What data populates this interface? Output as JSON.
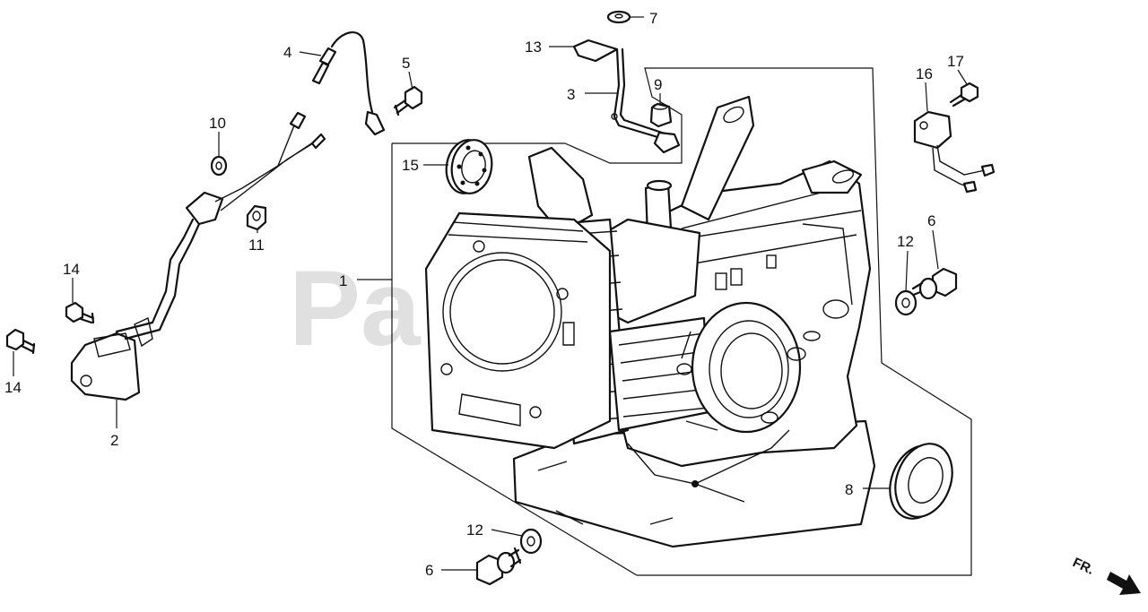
{
  "watermark": "PartsTree",
  "front_label": "FR.",
  "callouts": [
    {
      "id": "c1",
      "label": "1"
    },
    {
      "id": "c2",
      "label": "2"
    },
    {
      "id": "c3",
      "label": "3"
    },
    {
      "id": "c4",
      "label": "4"
    },
    {
      "id": "c5",
      "label": "5"
    },
    {
      "id": "c6a",
      "label": "6"
    },
    {
      "id": "c6b",
      "label": "6"
    },
    {
      "id": "c7",
      "label": "7"
    },
    {
      "id": "c8",
      "label": "8"
    },
    {
      "id": "c9",
      "label": "9"
    },
    {
      "id": "c10",
      "label": "10"
    },
    {
      "id": "c11",
      "label": "11"
    },
    {
      "id": "c12a",
      "label": "12"
    },
    {
      "id": "c12b",
      "label": "12"
    },
    {
      "id": "c13",
      "label": "13"
    },
    {
      "id": "c14a",
      "label": "14"
    },
    {
      "id": "c14b",
      "label": "14"
    },
    {
      "id": "c15",
      "label": "15"
    },
    {
      "id": "c16",
      "label": "16"
    },
    {
      "id": "c17",
      "label": "17"
    }
  ]
}
